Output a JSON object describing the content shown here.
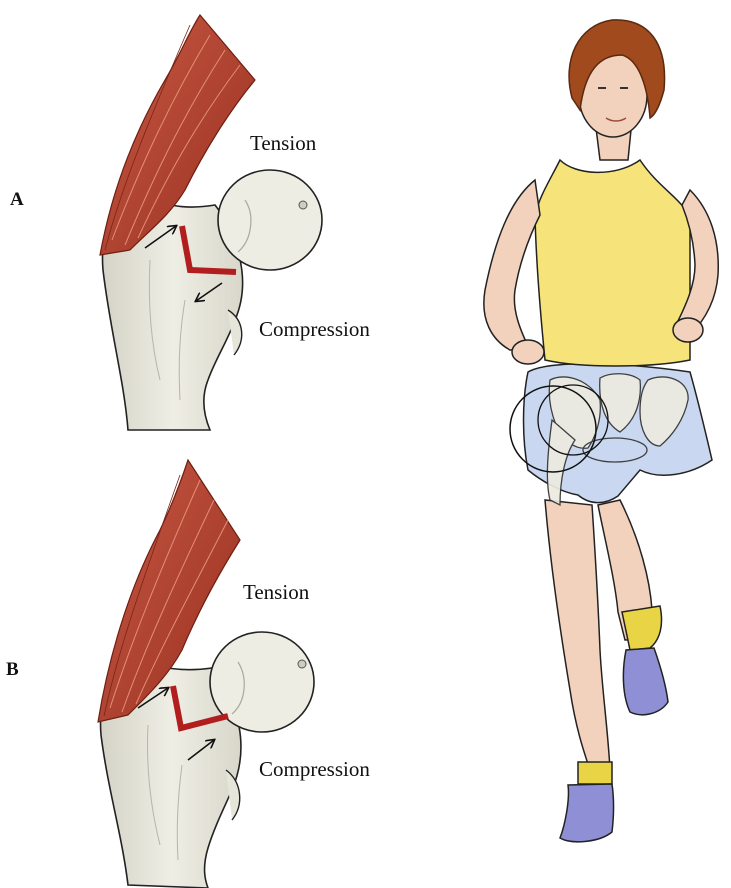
{
  "panels": [
    {
      "letter": "A",
      "tension_label": "Tension",
      "compression_label": "Compression"
    },
    {
      "letter": "B",
      "tension_label": "Tension",
      "compression_label": "Compression"
    }
  ],
  "colors": {
    "muscle": "#b8402f",
    "muscle_dark": "#8a2a1c",
    "bone": "#ebeae0",
    "bone_shade": "#c9c8bb",
    "stress_mark": "#b21e1e",
    "tank_top": "#f6e47a",
    "shorts": "#c9d8f0",
    "hair": "#a04a1e",
    "skin": "#f2d2bd",
    "shoe": "#8f8fd6",
    "sock": "#e8d445"
  },
  "icons": [
    "muscle-illustration",
    "femur-illustration",
    "stress-arrow",
    "runner-illustration",
    "pelvis-overlay",
    "magnifier-circle"
  ]
}
